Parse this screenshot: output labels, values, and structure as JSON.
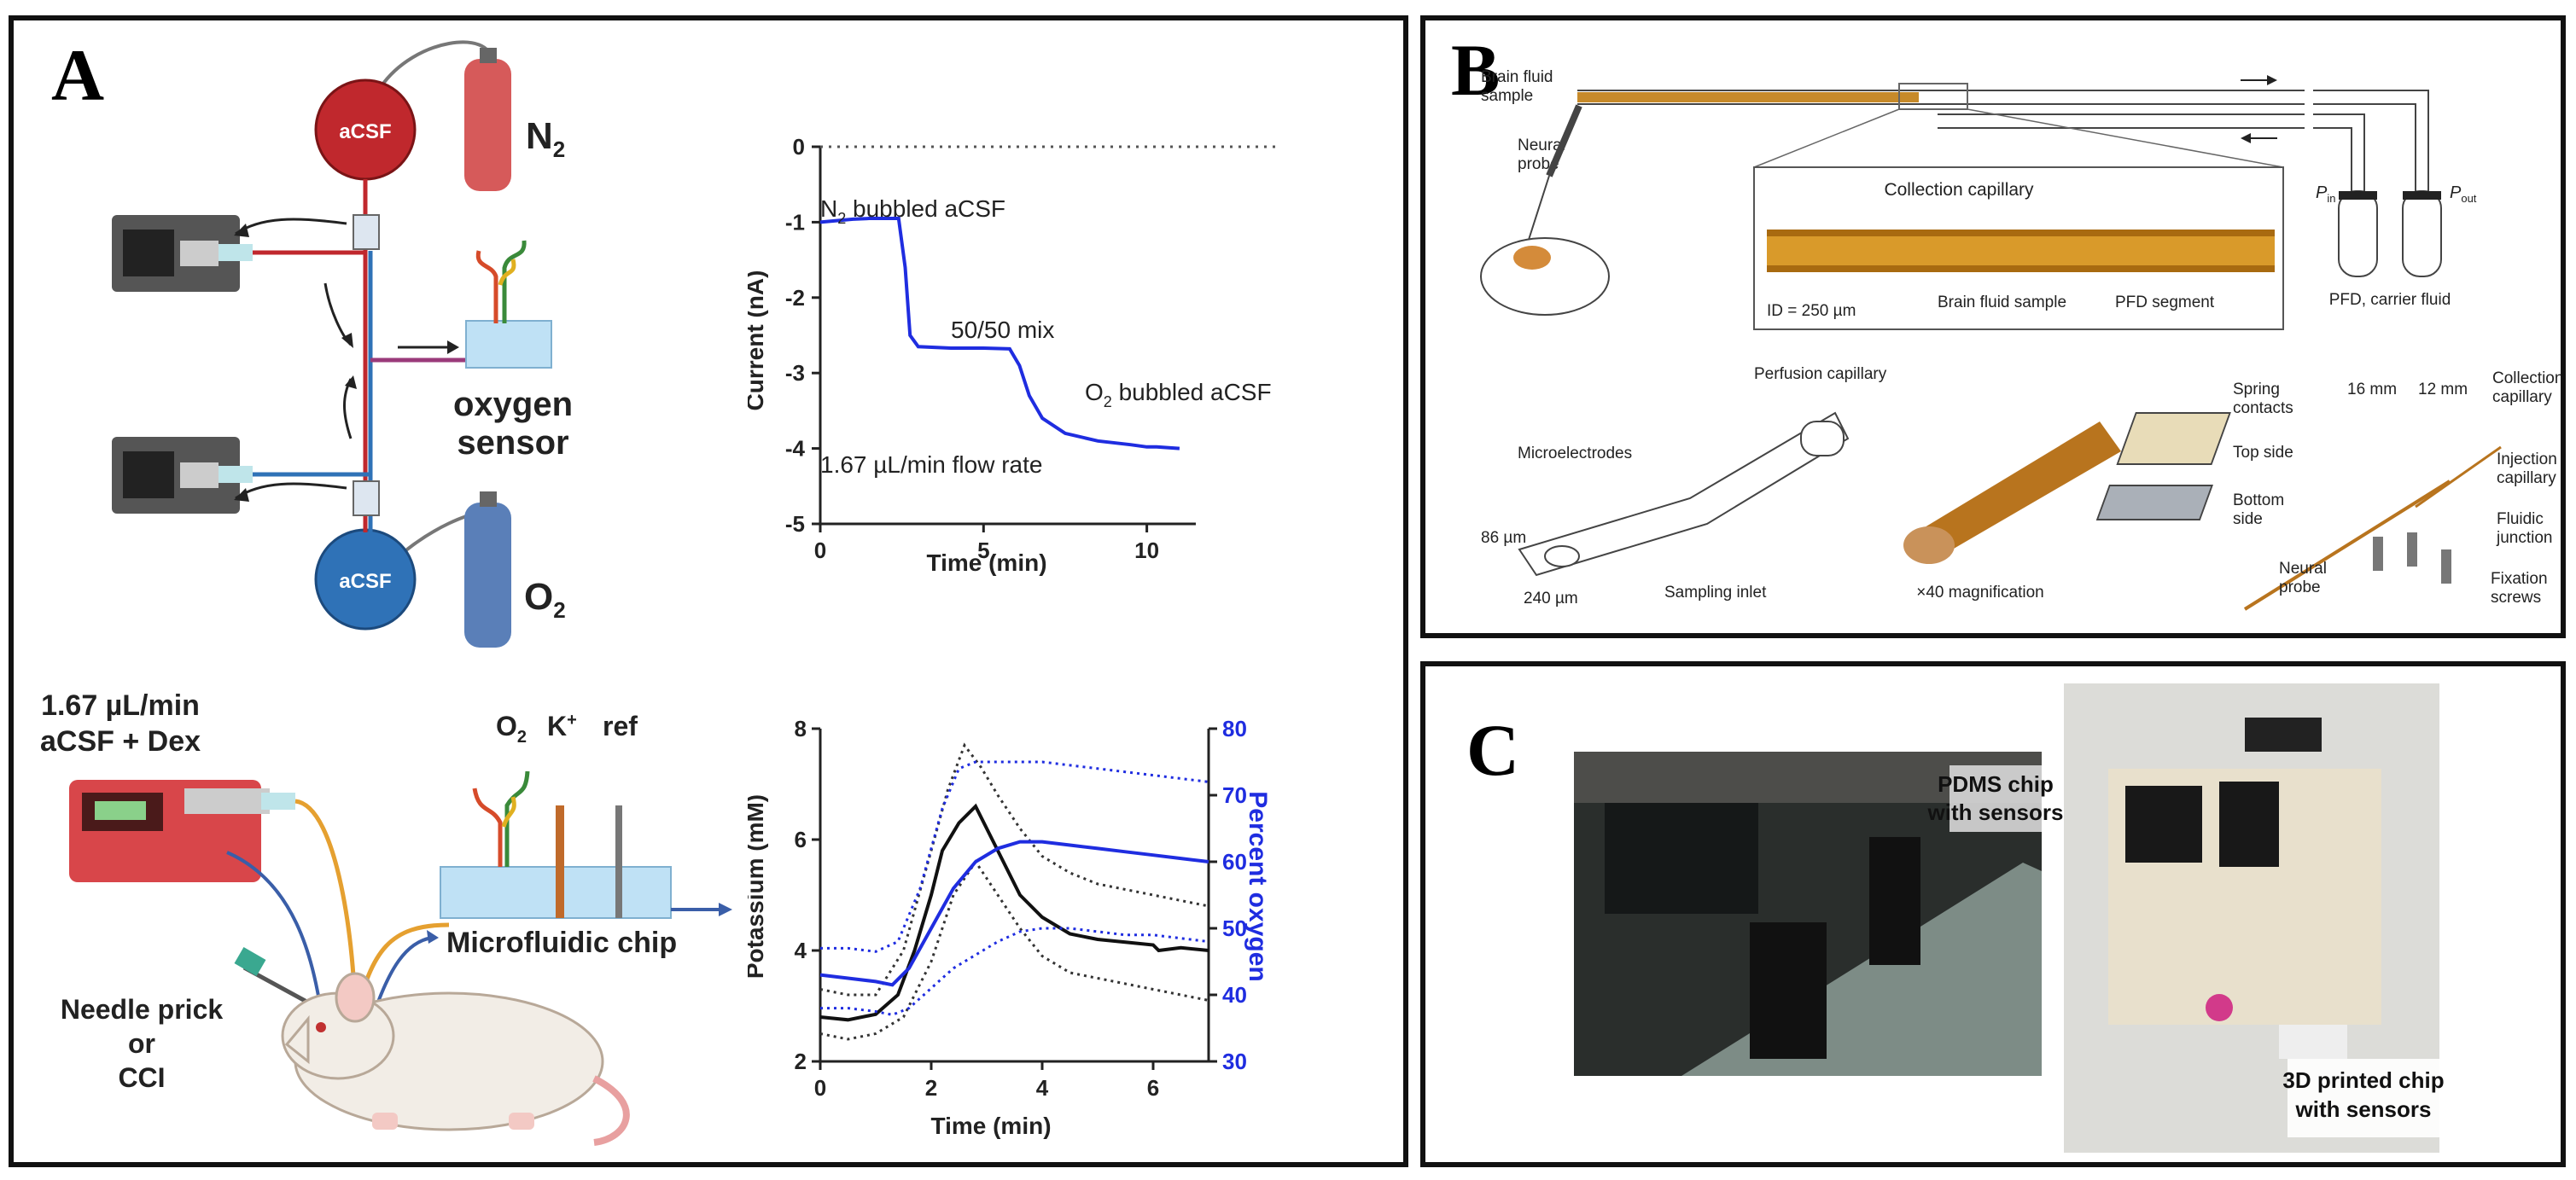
{
  "panel_a": {
    "letter": "A",
    "setup": {
      "acsf_top": "aCSF",
      "gas_top": "N",
      "gas_top_sub": "2",
      "acsf_bottom": "aCSF",
      "gas_bottom": "O",
      "gas_bottom_sub": "2",
      "sensor_line1": "oxygen",
      "sensor_line2": "sensor"
    },
    "in_vivo": {
      "pump_line1": "1.67 µL/min",
      "pump_line2": "aCSF + Dex",
      "chip_label": "Microfluidic chip",
      "probe_o2": "O",
      "probe_o2_sub": "2",
      "probe_k": "K",
      "probe_k_sup": "+",
      "probe_ref": "ref",
      "injury_line1": "Needle prick",
      "injury_line2": "or",
      "injury_line3": "CCI"
    }
  },
  "chart_data": [
    {
      "type": "line",
      "xlabel": "Time  (min)",
      "ylabel": "Current  (nA)",
      "xlim": [
        0,
        11.5
      ],
      "ylim": [
        -5,
        0
      ],
      "xticks": [
        0,
        5,
        10
      ],
      "yticks": [
        0,
        -1,
        -2,
        -3,
        -4,
        -5
      ],
      "reference_line": 0,
      "annotations": {
        "n2_main": "N",
        "n2_sub": "2",
        "n2_rest": " bubbled aCSF",
        "mix": "50/50 mix",
        "o2_main": "O",
        "o2_sub": "2",
        "o2_rest": " bubbled aCSF",
        "flow": "1.67 µL/min flow rate"
      },
      "series": [
        {
          "color": "#1f2de0",
          "x": [
            0,
            0.5,
            1,
            1.5,
            2,
            2.4,
            2.6,
            2.75,
            3,
            4,
            5,
            5.8,
            6.1,
            6.4,
            6.8,
            7.5,
            8.5,
            9.5,
            10,
            10.3,
            11
          ],
          "y": [
            -1.0,
            -0.98,
            -0.96,
            -0.95,
            -0.95,
            -0.95,
            -1.6,
            -2.5,
            -2.65,
            -2.67,
            -2.67,
            -2.68,
            -2.9,
            -3.3,
            -3.6,
            -3.8,
            -3.9,
            -3.95,
            -3.98,
            -3.98,
            -4.0
          ]
        }
      ]
    },
    {
      "type": "line",
      "xlabel": "Time (min)",
      "ylabel": "Potassium  (mM)",
      "y2label": "Percent oxygen",
      "xlim": [
        0,
        7
      ],
      "ylim": [
        2,
        8
      ],
      "y2lim": [
        30,
        80
      ],
      "xticks": [
        0,
        2,
        4,
        6
      ],
      "yticks": [
        2,
        4,
        6,
        8
      ],
      "y2ticks": [
        30,
        40,
        50,
        60,
        70,
        80
      ],
      "series": [
        {
          "axis": "left",
          "style": "solid",
          "color": "#111111",
          "x": [
            0,
            0.5,
            1,
            1.4,
            1.7,
            2.0,
            2.2,
            2.5,
            2.8,
            3.0,
            3.3,
            3.6,
            4.0,
            4.5,
            5.0,
            5.5,
            6.0,
            6.1,
            6.5,
            7.0
          ],
          "y": [
            2.8,
            2.75,
            2.85,
            3.2,
            4.0,
            5.0,
            5.8,
            6.3,
            6.6,
            6.2,
            5.6,
            5.0,
            4.6,
            4.3,
            4.2,
            4.15,
            4.1,
            4.0,
            4.05,
            4.0
          ]
        },
        {
          "axis": "left",
          "style": "dotted",
          "color": "#333333",
          "x": [
            0,
            0.5,
            1,
            1.5,
            2.0,
            2.3,
            2.6,
            2.9,
            3.2,
            3.6,
            4.0,
            4.5,
            5.0,
            5.5,
            6.0,
            6.5,
            7.0
          ],
          "y": [
            3.3,
            3.2,
            3.2,
            4.0,
            5.8,
            6.9,
            7.7,
            7.3,
            6.8,
            6.2,
            5.7,
            5.4,
            5.2,
            5.1,
            5.0,
            4.9,
            4.8
          ]
        },
        {
          "axis": "left",
          "style": "dotted",
          "color": "#333333",
          "x": [
            0,
            0.5,
            1,
            1.5,
            2.0,
            2.4,
            2.8,
            3.2,
            3.6,
            4.0,
            4.5,
            5.0,
            5.5,
            6.0,
            6.5,
            7.0
          ],
          "y": [
            2.5,
            2.4,
            2.5,
            2.8,
            3.8,
            5.0,
            5.6,
            5.0,
            4.4,
            3.9,
            3.6,
            3.5,
            3.4,
            3.3,
            3.2,
            3.1
          ]
        },
        {
          "axis": "right",
          "style": "solid",
          "color": "#1f2de0",
          "x": [
            0,
            0.5,
            1,
            1.3,
            1.6,
            2.0,
            2.4,
            2.8,
            3.2,
            3.6,
            4.0,
            4.5,
            5.0,
            5.5,
            6.0,
            6.5,
            7.0
          ],
          "y": [
            43,
            42.5,
            42,
            41.5,
            44,
            50,
            56,
            60,
            62,
            63,
            63,
            62.5,
            62,
            61.5,
            61,
            60.5,
            60
          ]
        },
        {
          "axis": "right",
          "style": "dotted",
          "color": "#1f2de0",
          "x": [
            0,
            0.5,
            1,
            1.4,
            1.8,
            2.2,
            2.5,
            2.8,
            3.2,
            3.6,
            4.0,
            4.5,
            5.0,
            5.5,
            6.0,
            6.5,
            7.0
          ],
          "y": [
            47,
            47,
            46.5,
            48,
            56,
            68,
            74,
            75,
            75,
            75,
            75,
            74.5,
            74,
            73.5,
            73,
            72.5,
            72
          ]
        },
        {
          "axis": "right",
          "style": "dotted",
          "color": "#1f2de0",
          "x": [
            0,
            0.5,
            1,
            1.3,
            1.6,
            2.0,
            2.4,
            2.8,
            3.2,
            3.6,
            4.0,
            4.5,
            5.0,
            5.5,
            6.0,
            6.5,
            7.0
          ],
          "y": [
            38,
            38,
            37.5,
            37,
            38,
            41,
            44,
            46,
            48,
            49.5,
            50,
            50,
            49.5,
            49,
            49,
            48.5,
            48
          ]
        }
      ]
    }
  ],
  "panel_b": {
    "letter": "B",
    "labels": {
      "brain_fluid_sample": "Brain fluid\nsample",
      "neural_probe": "Neural\nprobe",
      "collection_capillary": "Collection capillary",
      "id": "ID = 250 µm",
      "brain_fluid_sample_seg": "Brain fluid sample",
      "pfd_segment": "PFD segment",
      "p_in": "P",
      "p_in_sub": "in",
      "p_out": "P",
      "p_out_sub": "out",
      "pfd_carrier": "PFD, carrier fluid",
      "perfusion_capillary": "Perfusion capillary",
      "microelectrodes": "Microelectrodes",
      "dim_86": "86 µm",
      "dim_240": "240 µm",
      "sampling_inlet": "Sampling inlet",
      "magnification": "×40 magnification",
      "spring_contacts": "Spring\ncontacts",
      "dim_16": "16 mm",
      "dim_12": "12 mm",
      "collection_capillary_2": "Collection\ncapillary",
      "top_side": "Top side",
      "injection_capillary": "Injection\ncapillary",
      "bottom_side": "Bottom\nside",
      "fluidic_junction": "Fluidic\njunction",
      "neural_probe_2": "Neural\nprobe",
      "fixation_screws": "Fixation\nscrews"
    }
  },
  "panel_c": {
    "letter": "C",
    "photo1_label_line1": "PDMS chip",
    "photo1_label_line2": "with sensors",
    "photo2_label_line1": "3D printed chip",
    "photo2_label_line2": "with sensors"
  }
}
